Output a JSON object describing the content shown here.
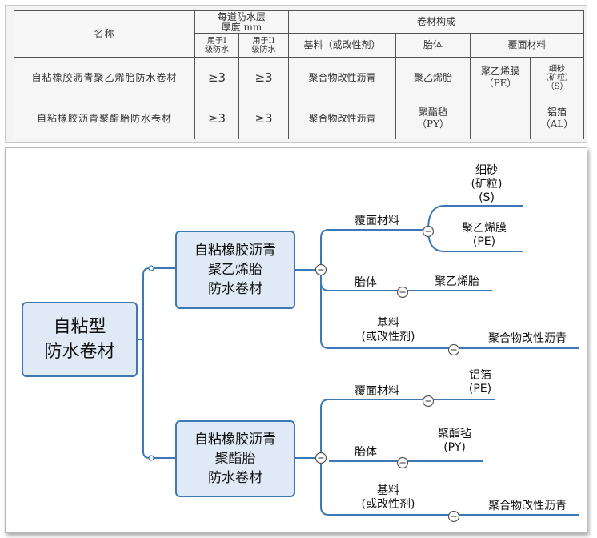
{
  "table": {
    "header": {
      "name": "名称",
      "thickness": "每道防水层\n厚度  mm",
      "composition": "卷材构成",
      "use_grade_1": "用于I\n级防水",
      "use_grade_2": "用于II\n级防水",
      "base": "基料（或改性剂）",
      "carrier": "胎体",
      "cover": "覆面材料"
    },
    "rows": [
      {
        "name": "自粘橡胶沥青聚乙烯胎防水卷材",
        "grade1": "≥3",
        "grade2": "≥3",
        "base": "聚合物改性沥青",
        "carrier": "聚乙烯胎",
        "cover_a": "聚乙烯膜\n（PE）",
        "cover_b": "细砂\n（矿粒）\n（S）"
      },
      {
        "name": "自粘橡胶沥青聚酯胎防水卷材",
        "grade1": "≥3",
        "grade2": "≥3",
        "base": "聚合物改性沥青",
        "carrier": "聚酯毡\n（PY）",
        "cover_a": "",
        "cover_b": "铝箔\n（AL）"
      }
    ]
  },
  "mindmap": {
    "root": "自粘型\n防水卷材",
    "branches": [
      {
        "title": "自粘橡胶沥青\n聚乙烯胎\n防水卷材",
        "cover_label": "覆面材料",
        "cover_values": [
          "细砂\n(矿粒)\n(S)",
          "聚乙烯膜\n(PE)"
        ],
        "carrier_label": "胎体",
        "carrier_value": "聚乙烯胎",
        "base_label": "基料\n(或改性剂)",
        "base_value": "聚合物改性沥青"
      },
      {
        "title": "自粘橡胶沥青\n聚酯胎\n防水卷材",
        "cover_label": "覆面材料",
        "cover_value": "铝箔\n(PE)",
        "carrier_label": "胎体",
        "carrier_value": "聚酯毡\n(PY)",
        "base_label": "基料\n(或改性剂)",
        "base_value": "聚合物改性沥青"
      }
    ],
    "colors": {
      "line": "#3d78b5",
      "node_fill": "#dfeaf6",
      "node_border": "#3d78b5"
    },
    "icons": [
      "collapse-icon"
    ]
  }
}
